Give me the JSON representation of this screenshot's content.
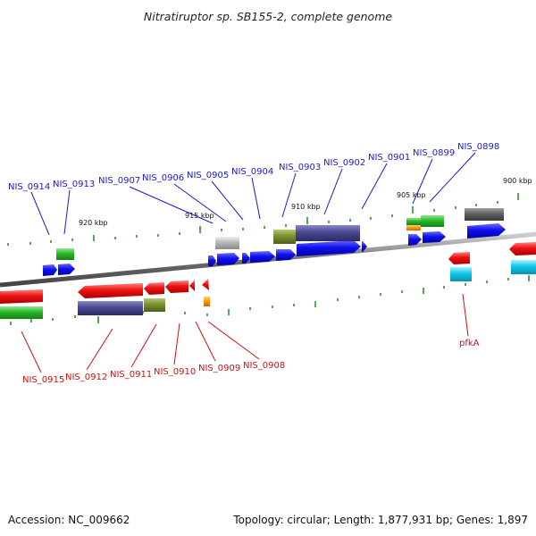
{
  "title": "Nitratiruptor sp. SB155-2, complete genome",
  "footer": {
    "accession": "Accession: NC_009662",
    "summary": "Topology: circular; Length: 1,877,931 bp; Genes: 1,897"
  },
  "colors": {
    "upper_label": "#1a1acc",
    "lower_label": "#cc1111",
    "backbone": "#8a8a8a",
    "tick": "#2f8f2f"
  },
  "scale_ticks": [
    {
      "label": "920 kbp"
    },
    {
      "label": "915 kbp"
    },
    {
      "label": "910 kbp"
    },
    {
      "label": "905 kbp"
    },
    {
      "label": "900 kbp"
    }
  ],
  "upper_genes": [
    {
      "label": "NIS_0914"
    },
    {
      "label": "NIS_0913"
    },
    {
      "label": "NIS_0907"
    },
    {
      "label": "NIS_0906"
    },
    {
      "label": "NIS_0905"
    },
    {
      "label": "NIS_0904"
    },
    {
      "label": "NIS_0903"
    },
    {
      "label": "NIS_0902"
    },
    {
      "label": "NIS_0901"
    },
    {
      "label": "NIS_0899"
    },
    {
      "label": "NIS_0898"
    }
  ],
  "lower_genes": [
    {
      "label": "NIS_0915"
    },
    {
      "label": "NIS_0912"
    },
    {
      "label": "NIS_0911"
    },
    {
      "label": "NIS_0910"
    },
    {
      "label": "NIS_0909"
    },
    {
      "label": "NIS_0908"
    },
    {
      "label": "pfkA"
    }
  ]
}
